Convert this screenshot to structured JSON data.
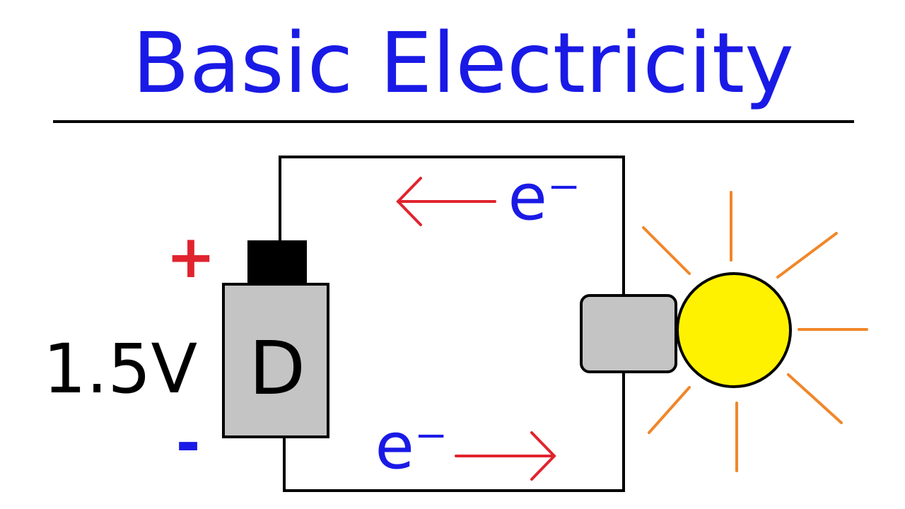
{
  "title": "Basic Electricity",
  "battery": {
    "voltage_label": "1.5V",
    "type_label": "D",
    "positive_sign": "+",
    "negative_sign": "-"
  },
  "electron_labels": {
    "top": "e⁻",
    "bottom": "e⁻"
  },
  "colors": {
    "title": "#1a1ae6",
    "arrow": "#e0242f",
    "electron": "#1a1ae6",
    "battery_body": "#c4c4c4",
    "battery_terminal": "#000000",
    "bulb": "#fff200",
    "rays": "#f0872a",
    "wire": "#000000"
  }
}
